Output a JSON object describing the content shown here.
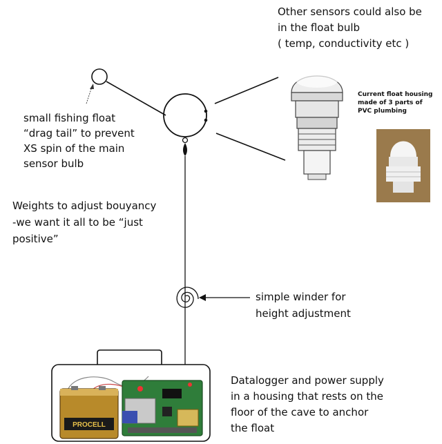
{
  "annotations": {
    "other_sensors": "Other sensors could also be\nin the float bulb\n( temp, conductivity etc )",
    "fishing_float": "small fishing float\n“drag tail” to prevent\nXS spin of  the main\nsensor bulb",
    "weights": "Weights to adjust bouyancy\n-we want it all to be “just\npositive”",
    "winder": "simple winder for\nheight adjustment",
    "datalogger": "Datalogger and power supply\nin a housing that rests on the\nfloor of the cave to anchor\nthe float",
    "float_housing_caption": "Current float housing\nmade of 3 parts of\nPVC plumbing"
  },
  "battery_label": "PROCELL",
  "colors": {
    "line": "#111111",
    "pvc_white": "#f2f2f2",
    "photo_bg": "#8a6d3f",
    "battery_gold": "#b88a2a",
    "pcb_green": "#2f7d3a",
    "sd_card": "#3a4fb0"
  }
}
